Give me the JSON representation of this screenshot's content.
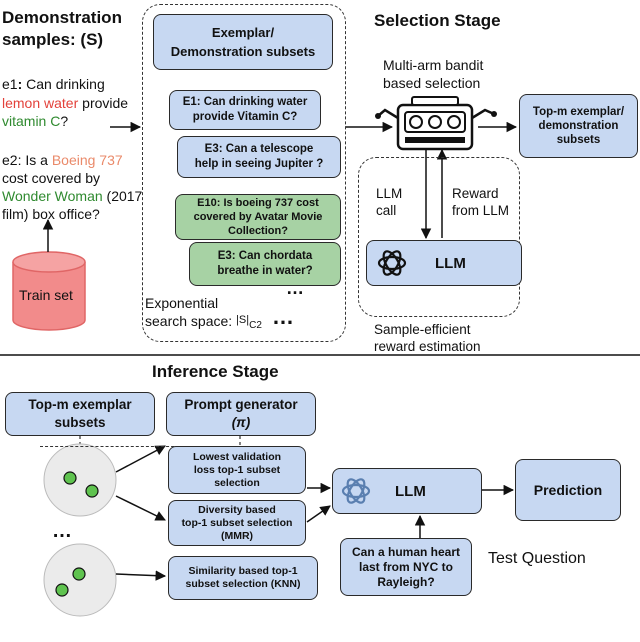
{
  "top": {
    "demo_title_1": "Demonstration",
    "demo_title_2": "samples: (S)",
    "e1_prefix": "e1",
    "e1_colon": ":",
    "e1_line1": "Can drinking",
    "e1_lemon": "lemon water",
    "e1_provide": "provide",
    "e1_vitamin": "vitamin C",
    "e1_q": "?",
    "e2_prefix": "e2:",
    "e2_line1": "Is a",
    "e2_boeing": "Boeing 737",
    "e2_line2": "cost covered by",
    "e2_wonder": "Wonder Woman",
    "e2_line3_tail": "(2017",
    "e2_line4": "film) box office?",
    "train_set": "Train set",
    "exemplar_title": "Exemplar/\nDemonstration subsets",
    "e1_box": "E1: Can drinking water\nprovide Vitamin C?",
    "e3_box": "E3: Can a telescope\nhelp in seeing Jupiter ?",
    "e10_box": "E10: Is boeing 737 cost\ncovered by Avatar Movie\nCollection?",
    "e3b_box": "E3: Can chordata\nbreathe in water?",
    "ellipsis": "…",
    "search_space_1": "Exponential",
    "search_space_2": "search space: ",
    "search_space_sup": "|S|",
    "search_space_sub": "C2",
    "selection_title": "Selection Stage",
    "bandit_1": "Multi-arm bandit",
    "bandit_2": "based selection",
    "topm_box": "Top-m exemplar/\ndemonstration\nsubsets",
    "llm_call_1": "LLM",
    "llm_call_2": "call",
    "reward_1": "Reward",
    "reward_2": "from LLM",
    "llm": "LLM",
    "sample_eff_1": "Sample-efficient",
    "sample_eff_2": "reward estimation"
  },
  "bottom": {
    "inference_title": "Inference Stage",
    "topm_box": "Top-m exemplar\nsubsets",
    "prompt_gen_1": "Prompt generator",
    "prompt_gen_2": "(π)",
    "lowest_box": "Lowest validation\nloss top-1 subset\nselection",
    "diversity_box": "Diversity based\ntop-1 subset selection\n(MMR)",
    "similarity_box": "Similarity based top-1\nsubset selection (KNN)",
    "llm": "LLM",
    "prediction": "Prediction",
    "question_box": "Can a human heart\nlast from NYC to\nRayleigh?",
    "test_question": "Test Question",
    "ellipsis": "…"
  },
  "colors": {
    "blue_box": "#c7d8f2",
    "green_box": "#a7d2a4",
    "train_set": "#f28b8b",
    "red_text": "#e3413a",
    "green_text": "#2f8a2f",
    "orange_text": "#ea8a6a"
  }
}
